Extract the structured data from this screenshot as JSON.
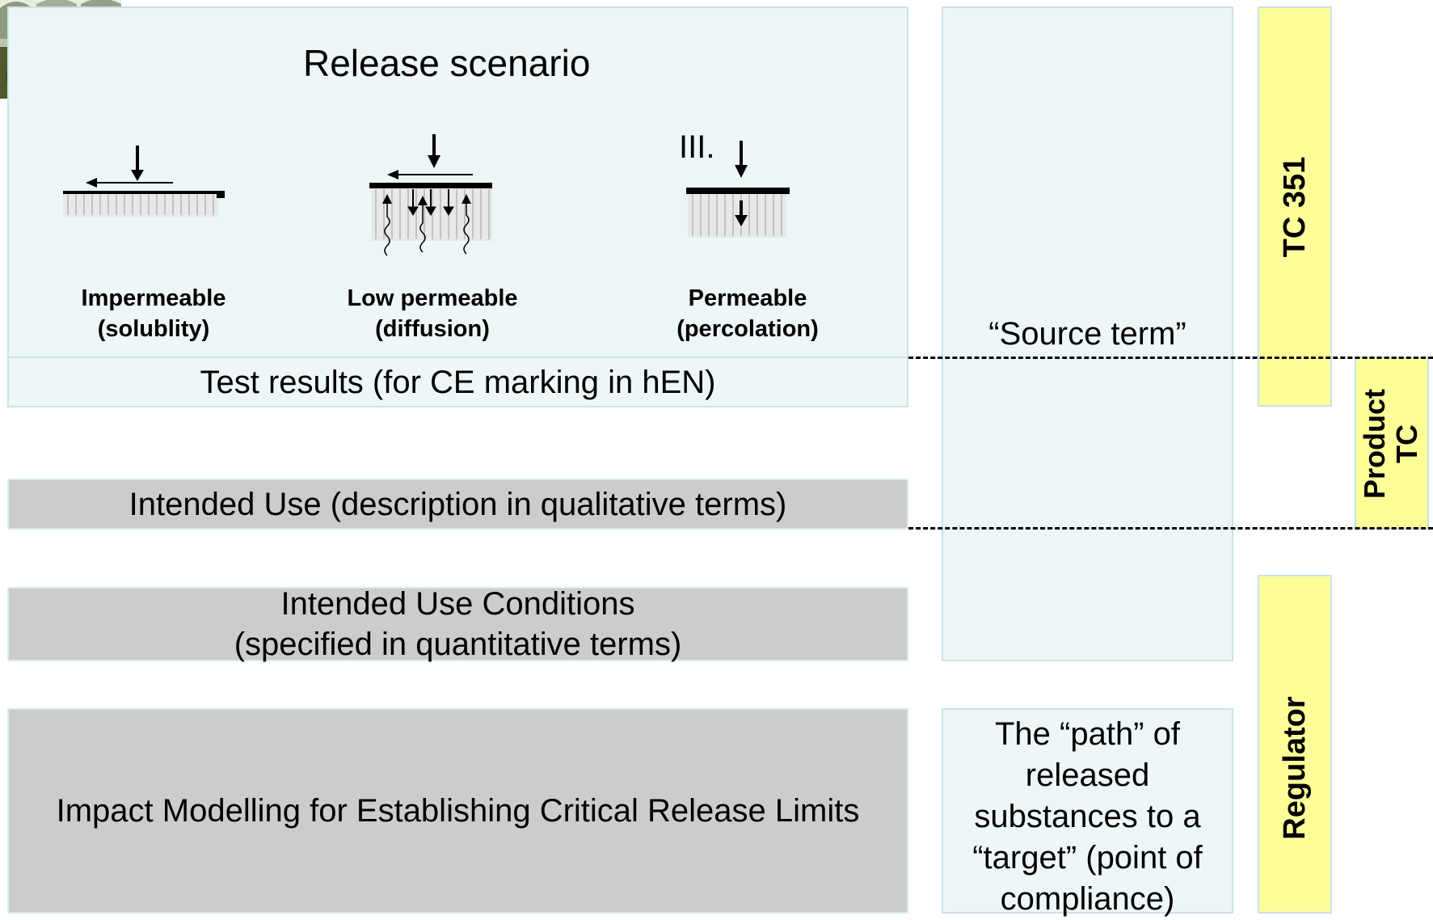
{
  "release": {
    "title": "Release scenario",
    "roman_three": "III.",
    "scenarios": [
      {
        "line1": "Impermeable",
        "line2": "(solublity)"
      },
      {
        "line1": "Low permeable",
        "line2": "(diffusion)"
      },
      {
        "line1": "Permeable",
        "line2": "(percolation)"
      }
    ]
  },
  "test_results": "Test results (for CE marking in hEN)",
  "intended_use": "Intended Use (description in qualitative terms)",
  "intended_use_conditions": {
    "line1": "Intended Use Conditions",
    "line2": "(specified in quantitative terms)"
  },
  "impact_modelling": "Impact Modelling for Establishing Critical Release Limits",
  "source_term": "“Source term”",
  "path_text": {
    "line1": "The “path” of",
    "line2": "released",
    "line3": "substances to a",
    "line4": "“target” (point of",
    "line5": "compliance)"
  },
  "side_labels": {
    "tc351": "TC 351",
    "product_line1": "Product",
    "product_line2": "TC",
    "regulator": "Regulator"
  },
  "colors": {
    "light_box": "#eef7f7",
    "gray_box": "#cccccc",
    "yellow_box": "#ffff99"
  }
}
